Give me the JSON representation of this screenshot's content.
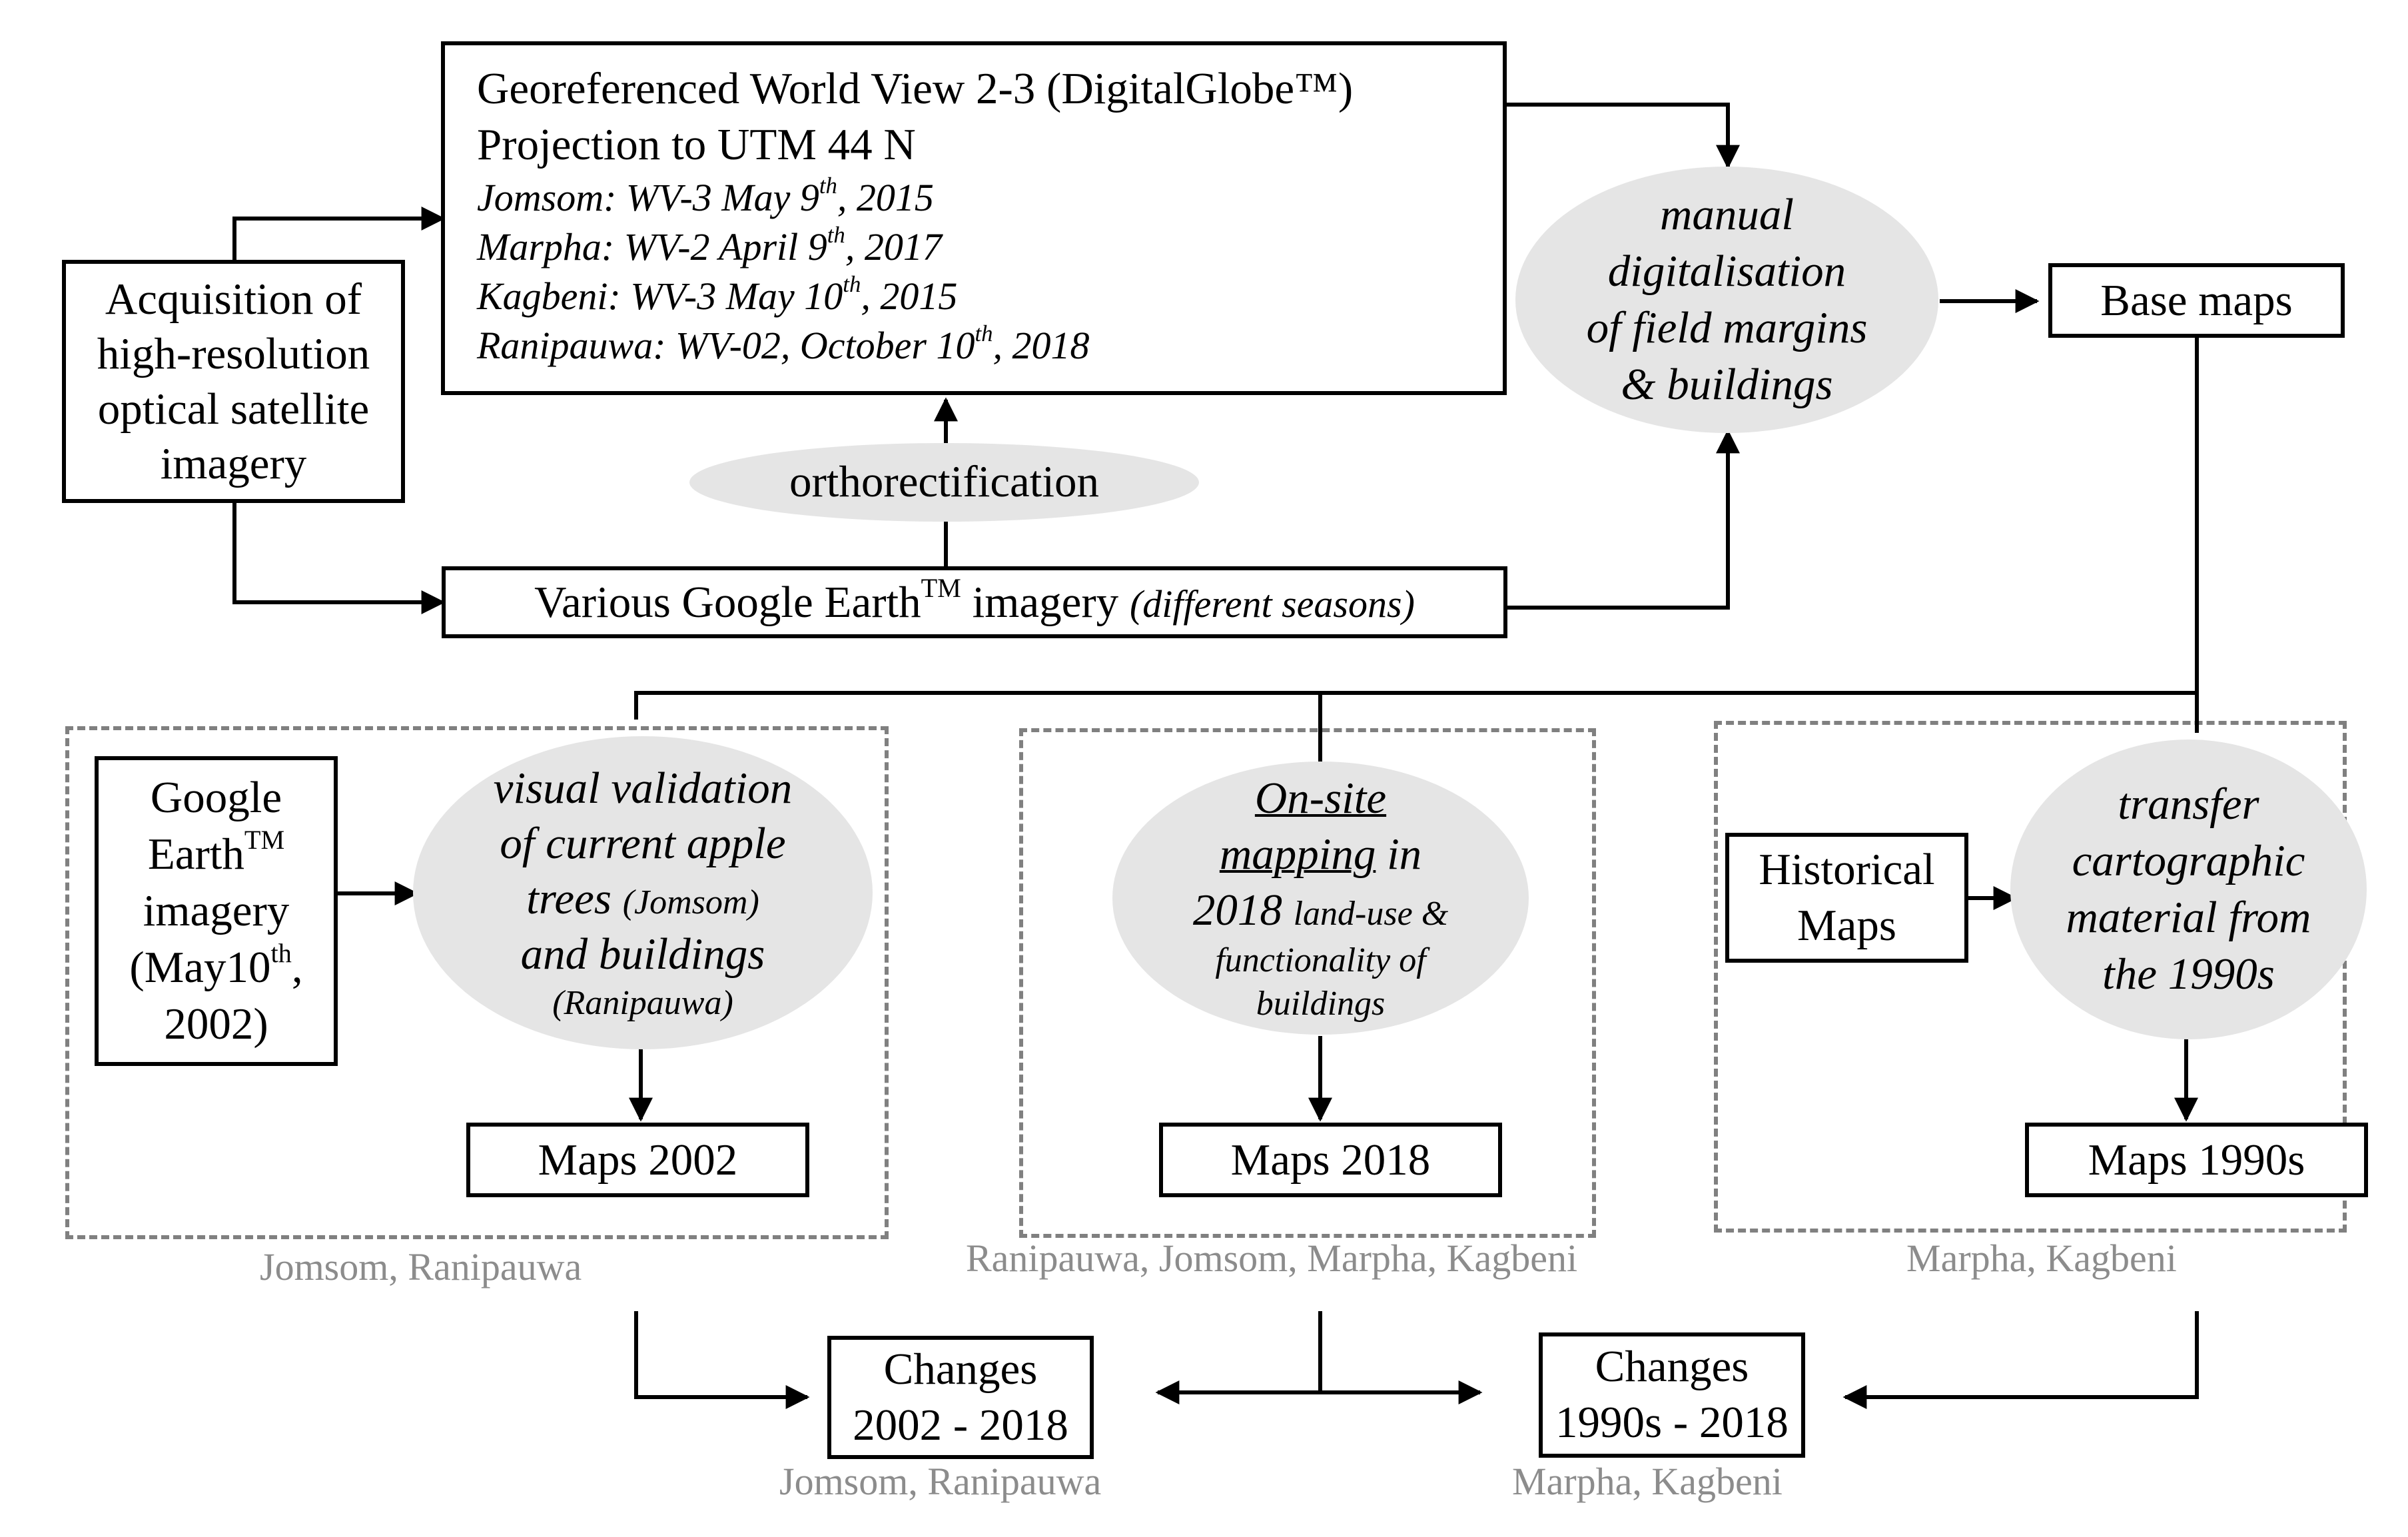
{
  "acquisition": {
    "lines": [
      "Acquisition of",
      "high-resolution",
      "optical satellite",
      "imagery"
    ]
  },
  "worldview": {
    "title": "Georeferenced World View 2-3 (DigitalGlobe™)",
    "projection": "Projection to UTM 44 N",
    "scenes": [
      {
        "prefix": "Jomsom: WV-3 May 9",
        "sup": "th",
        "suffix": ", 2015"
      },
      {
        "prefix": "Marpha: WV-2 April 9",
        "sup": "th",
        "suffix": ", 2017"
      },
      {
        "prefix": "Kagbeni: WV-3 May 10",
        "sup": "th",
        "suffix": ", 2015"
      },
      {
        "prefix": "Ranipauwa: WV-02, October 10",
        "sup": "th",
        "suffix": ", 2018"
      }
    ]
  },
  "orthorectification": "orthorectification",
  "google_various": {
    "main": "Various Google Earth",
    "sup": "TM",
    "after": " imagery",
    "note": "(different seasons)"
  },
  "manual_digitalisation": {
    "lines": [
      "manual",
      "digitalisation",
      "of field margins",
      "&  buildings"
    ]
  },
  "base_maps": "Base maps",
  "google_2002": {
    "line1": "Google",
    "line2": "Earth",
    "sup": "TM",
    "line3": "imagery",
    "line4a": "(May10",
    "line4sup": "th",
    "line4b": ",",
    "line5": "2002)"
  },
  "visual_validation": {
    "l1": "visual validation",
    "l2": "of current apple",
    "l3": "trees",
    "l3small": "(Jomsom)",
    "l4": "and buildings",
    "l5": "(Ranipauwa)"
  },
  "maps_2002": "Maps 2002",
  "onsite": {
    "u1": "On-site",
    "u2": "mapping",
    "in": " in",
    "year": "2018",
    "s1": "land-use &",
    "s2": "functionality of",
    "s3": "buildings"
  },
  "maps_2018": "Maps 2018",
  "historical_maps": {
    "lines": [
      "Historical",
      "Maps"
    ]
  },
  "transfer": {
    "lines": [
      "transfer",
      "cartographic",
      "material from",
      "the 1990s"
    ]
  },
  "maps_1990s": "Maps 1990s",
  "places": {
    "group1": "Jomsom, Ranipauwa",
    "group2": "Ranipauwa, Jomsom, Marpha, Kagbeni",
    "group3": "Marpha, Kagbeni",
    "changes1": "Jomsom, Ranipauwa",
    "changes2": "Marpha, Kagbeni"
  },
  "changes_2002": {
    "lines": [
      "Changes",
      "2002 - 2018"
    ]
  },
  "changes_1990": {
    "lines": [
      "Changes",
      "1990s - 2018"
    ]
  }
}
